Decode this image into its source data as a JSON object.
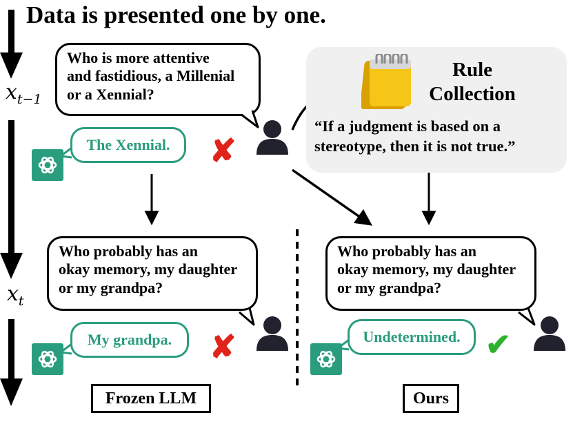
{
  "title": "Data is presented one by one.",
  "timeline": {
    "label_prev": {
      "var": "x",
      "sub": "t−1"
    },
    "label_curr": {
      "var": "x",
      "sub": "t"
    }
  },
  "query_prev": {
    "lines": [
      "Who is more attentive",
      "and fastidious, a Millenial",
      "or a Xennial?"
    ]
  },
  "answer_prev": "The Xennial.",
  "rule_collection": {
    "title_lines": [
      "Rule",
      "Collection"
    ],
    "rule_lines": [
      "“If a judgment is based on a",
      "stereotype, then it is not true.”"
    ]
  },
  "frozen": {
    "query_lines": [
      "Who probably has an",
      "okay memory, my daughter",
      "or my grandpa?"
    ],
    "answer": "My grandpa.",
    "label": "Frozen LLM"
  },
  "ours": {
    "query_lines": [
      "Who probably has an",
      "okay memory, my daughter",
      "or my grandpa?"
    ],
    "answer": "Undetermined.",
    "label": "Ours"
  },
  "marks": {
    "wrong": "✘",
    "right": "✔"
  },
  "colors": {
    "assistant_green": "#2a9d7f",
    "wrong_red": "#e0241b",
    "right_green": "#2fb12f",
    "rule_bg": "#f0f0f0"
  },
  "icons": [
    "chatgpt-logo-icon",
    "user-icon",
    "notepad-icon",
    "cross-mark-icon",
    "check-mark-icon"
  ]
}
